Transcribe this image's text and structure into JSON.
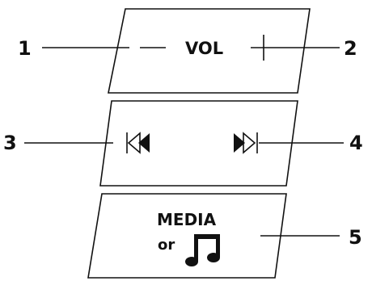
{
  "callouts": {
    "c1": "1",
    "c2": "2",
    "c3": "3",
    "c4": "4",
    "c5": "5"
  },
  "buttons": {
    "volume": {
      "label": "VOL",
      "decrease_icon": "minus-icon",
      "increase_icon": "plus-icon"
    },
    "track": {
      "previous_icon": "skip-previous-icon",
      "next_icon": "skip-next-icon"
    },
    "media": {
      "label_line1": "MEDIA",
      "label_line2": "or",
      "icon": "music-note-icon"
    }
  },
  "colors": {
    "ink": "#111111",
    "background": "#ffffff"
  }
}
